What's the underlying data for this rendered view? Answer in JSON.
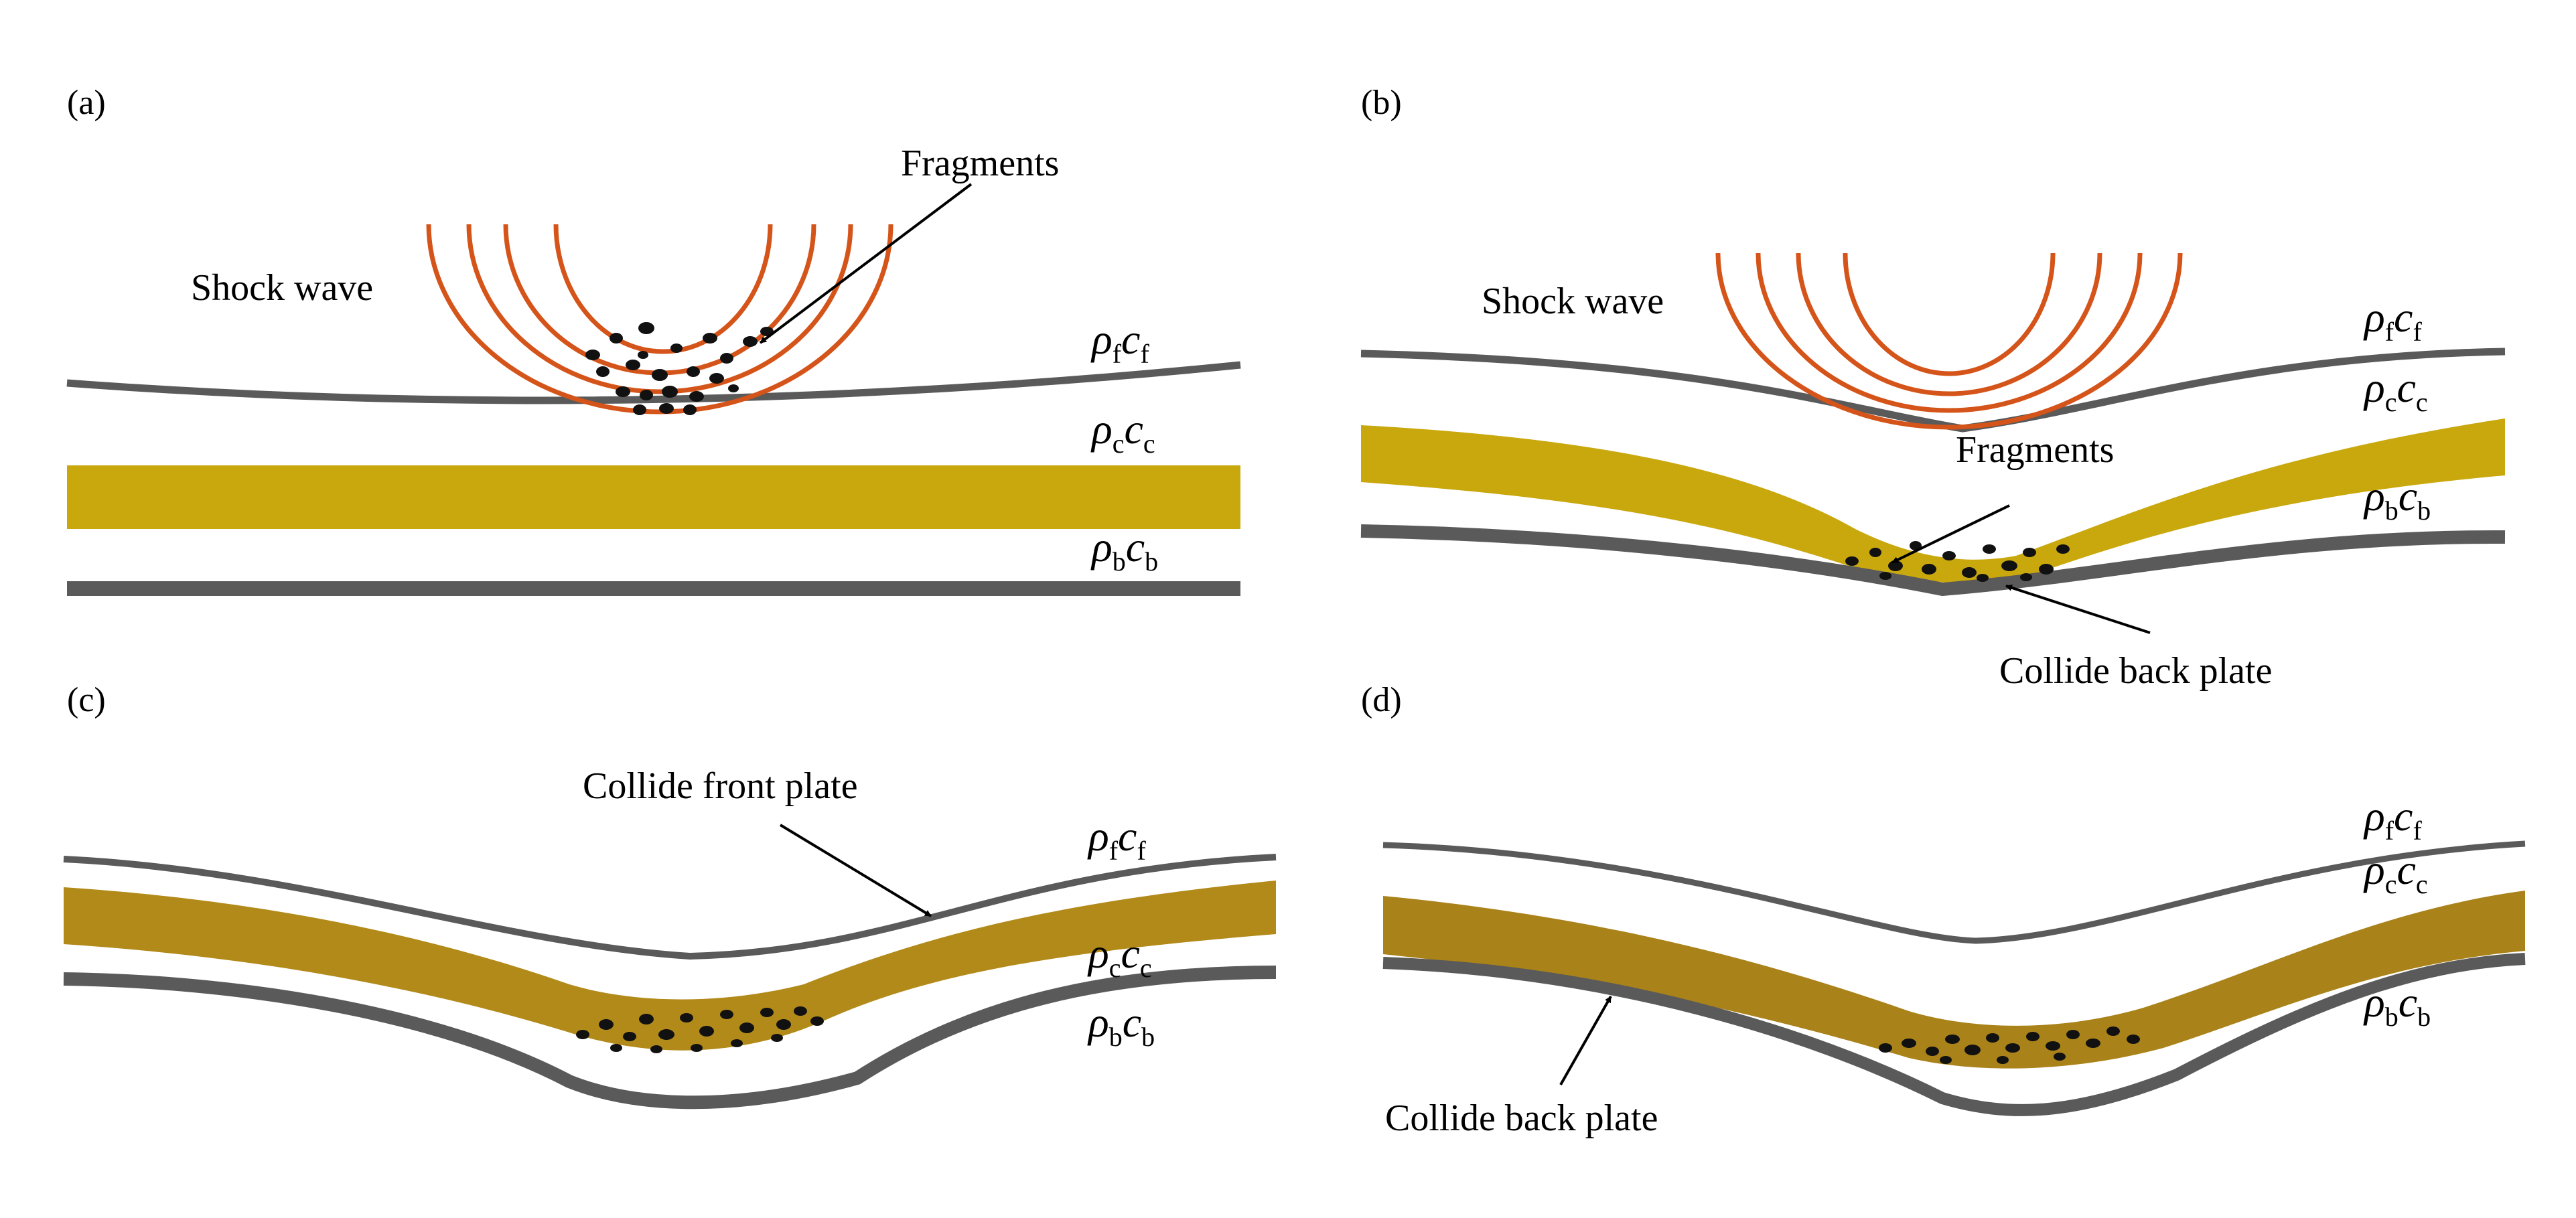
{
  "panels": [
    {
      "id": "(a)",
      "labels": [
        "Shock wave",
        "Fragments"
      ],
      "layers": [
        {
          "symbol": "ρ",
          "symbol2": "c",
          "sub": "f"
        },
        {
          "symbol": "ρ",
          "symbol2": "c",
          "sub": "c"
        },
        {
          "symbol": "ρ",
          "symbol2": "c",
          "sub": "b"
        }
      ]
    },
    {
      "id": "(b)",
      "labels": [
        "Shock wave",
        "Fragments",
        "Collide back plate"
      ],
      "layers": [
        {
          "symbol": "ρ",
          "symbol2": "c",
          "sub": "f"
        },
        {
          "symbol": "ρ",
          "symbol2": "c",
          "sub": "c"
        },
        {
          "symbol": "ρ",
          "symbol2": "c",
          "sub": "b"
        }
      ]
    },
    {
      "id": "(c)",
      "labels": [
        "Collide front plate"
      ],
      "layers": [
        {
          "symbol": "ρ",
          "symbol2": "c",
          "sub": "f"
        },
        {
          "symbol": "ρ",
          "symbol2": "c",
          "sub": "c"
        },
        {
          "symbol": "ρ",
          "symbol2": "c",
          "sub": "b"
        }
      ]
    },
    {
      "id": "(d)",
      "labels": [
        "Collide back plate"
      ],
      "layers": [
        {
          "symbol": "ρ",
          "symbol2": "c",
          "sub": "f"
        },
        {
          "symbol": "ρ",
          "symbol2": "c",
          "sub": "c"
        },
        {
          "symbol": "ρ",
          "symbol2": "c",
          "sub": "b"
        }
      ]
    }
  ],
  "colors": {
    "shock_wave": "#D4541A",
    "plate": "#5A5A5A",
    "core_panel_ab": "#C9A80E",
    "core_panel_c": "#B28A1A",
    "core_panel_d": "#A9821A",
    "fragment": "#111111"
  }
}
